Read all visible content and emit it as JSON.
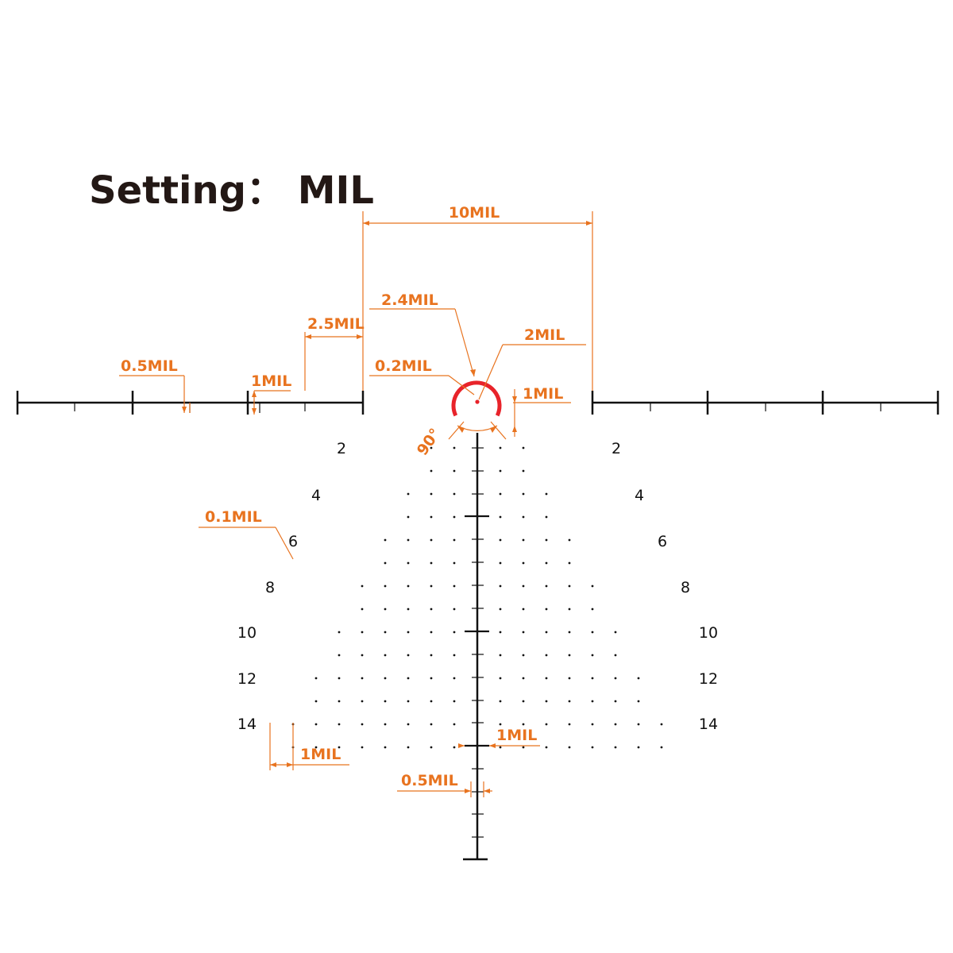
{
  "title": "Setting： MIL",
  "colors": {
    "reticle": "#111111",
    "annotation": "#e8731f",
    "center_ring": "#e8232a",
    "title": "#231815"
  },
  "grid_row_labels": [
    "2",
    "4",
    "6",
    "8",
    "10",
    "12",
    "14"
  ],
  "annotations": {
    "ten_mil": "10MIL",
    "two_point_four_mil": "2.4MIL",
    "two_mil": "2MIL",
    "two_point_five_mil": "2.5MIL",
    "zero_point_five_mil_top": "0.5MIL",
    "one_mil_left": "1MIL",
    "zero_point_two_mil": "0.2MIL",
    "one_mil_right": "1MIL",
    "ninety_deg": "90°",
    "zero_point_one_mil": "0.1MIL",
    "one_mil_grid": "1MIL",
    "one_mil_post": "1MIL",
    "zero_point_five_mil_post": "0.5MIL"
  }
}
